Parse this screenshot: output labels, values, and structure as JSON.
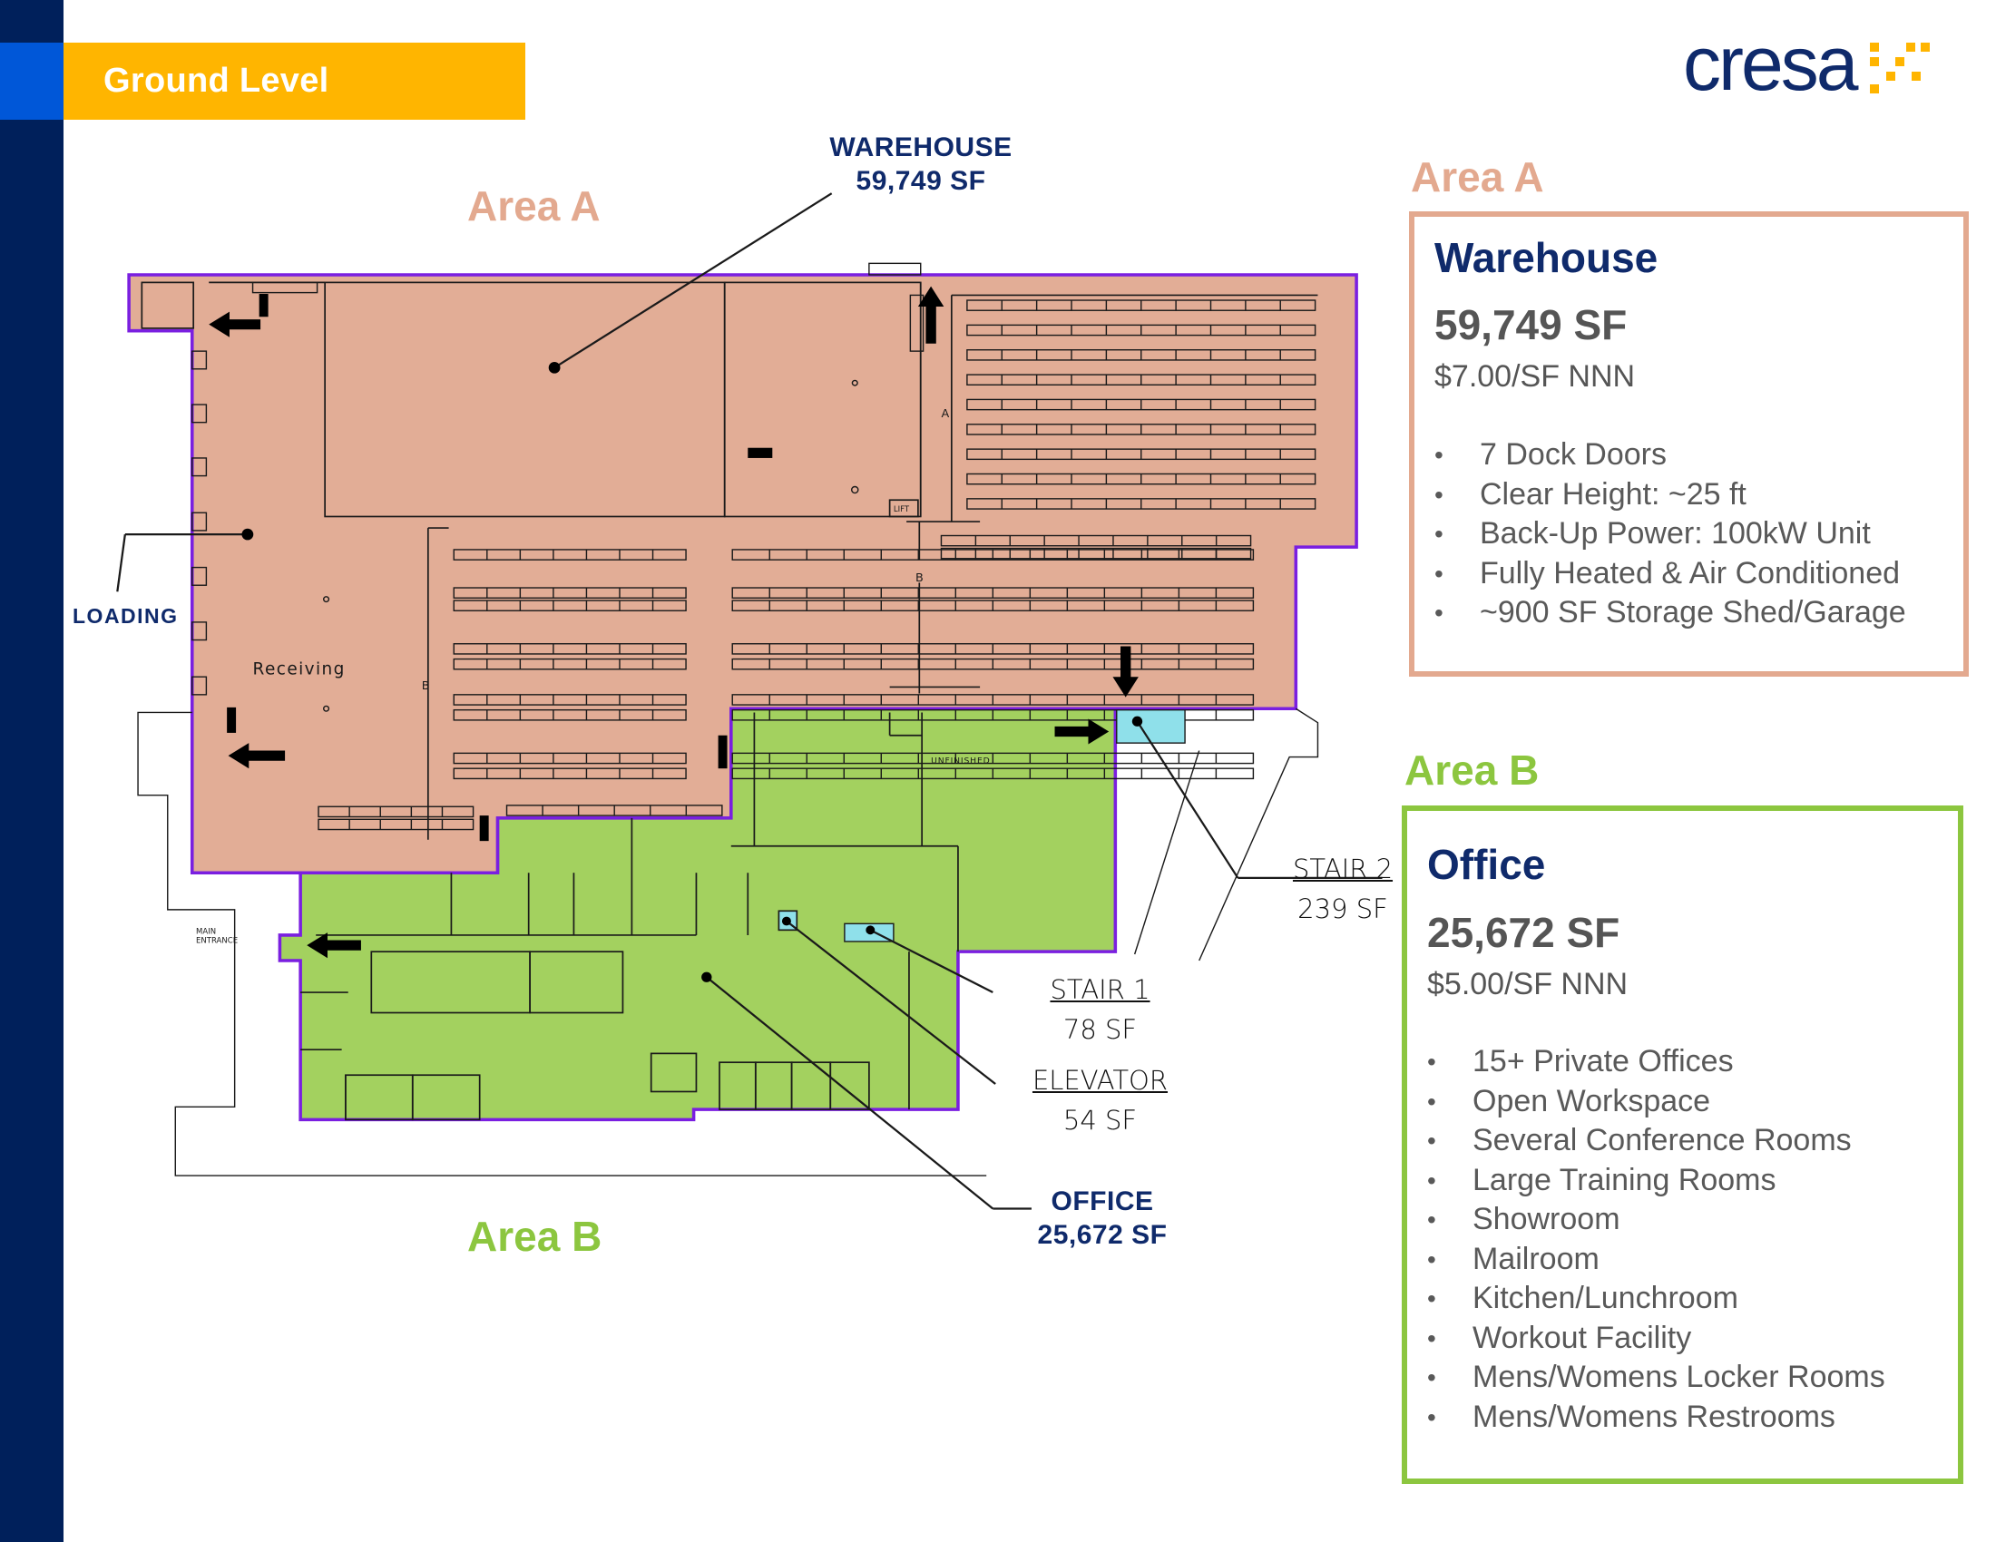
{
  "header": {
    "title": "Ground Level",
    "logo_text": "cresa"
  },
  "colors": {
    "navy": "#00205b",
    "blue": "#0057d8",
    "gold": "#ffb500",
    "area_a": "#e3a98f",
    "area_b": "#8cc63f",
    "plan_a_fill": "#e2ad96",
    "plan_b_fill": "#a3d15f",
    "outline": "#7a1fe0",
    "stair_fill": "#8fe0ea"
  },
  "plan": {
    "area_a_label": "Area A",
    "area_b_label": "Area B",
    "warehouse_callout": {
      "name": "WAREHOUSE",
      "sf": "59,749 SF"
    },
    "office_callout": {
      "name": "OFFICE",
      "sf": "25,672 SF"
    },
    "loading_label": "LOADING",
    "receiving_label": "Receiving",
    "unfinished_label": "UNFINISHED",
    "lift_label": "LIFT",
    "main_entrance_label_1": "MAIN",
    "main_entrance_label_2": "ENTRANCE",
    "grid_a": "A",
    "grid_b": "B",
    "stair2": {
      "name": "STAIR 2",
      "sf": "239 SF"
    },
    "stair1": {
      "name": "STAIR 1",
      "sf": "78 SF"
    },
    "elevator": {
      "name": "ELEVATOR",
      "sf": "54 SF"
    }
  },
  "area_a_panel": {
    "heading": "Area A",
    "title": "Warehouse",
    "sf": "59,749 SF",
    "rate": "$7.00/SF NNN",
    "features": [
      "7 Dock Doors",
      "Clear Height: ~25 ft",
      "Back-Up Power: 100kW Unit",
      "Fully Heated & Air Conditioned",
      "~900 SF Storage Shed/Garage"
    ]
  },
  "area_b_panel": {
    "heading": "Area B",
    "title": "Office",
    "sf": "25,672 SF",
    "rate": "$5.00/SF NNN",
    "features": [
      "15+ Private Offices",
      "Open Workspace",
      "Several Conference Rooms",
      "Large Training Rooms",
      "Showroom",
      "Mailroom",
      "Kitchen/Lunchroom",
      "Workout Facility",
      "Mens/Womens Locker Rooms",
      "Mens/Womens Restrooms"
    ]
  }
}
